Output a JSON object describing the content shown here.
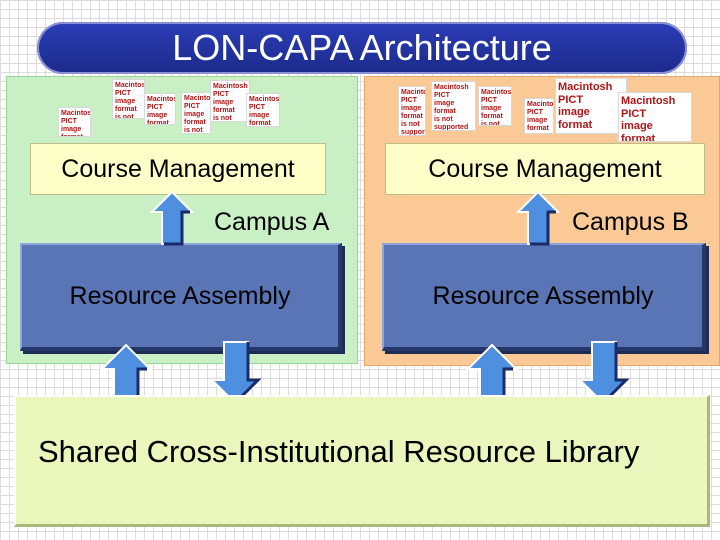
{
  "title": "LON-CAPA Architecture",
  "campus_a": {
    "label": "Campus A",
    "course_management": "Course Management",
    "resource_assembly": "Resource Assembly"
  },
  "campus_b": {
    "label": "Campus B",
    "course_management": "Course Management",
    "resource_assembly": "Resource Assembly"
  },
  "library": {
    "label": "Shared Cross-Institutional Resource Library"
  },
  "placeholder_images": {
    "short": "Macintosh PICT\nimage format\nis not supported",
    "long": "Macintosh PICT\nimage format\nis not supported"
  },
  "colors": {
    "title_bar": "#2c3db8",
    "campus_a_bg": "#c9f0c4",
    "campus_b_bg": "#fbc995",
    "course_management_bg": "#fefec8",
    "resource_assembly_bg": "#5a75b5",
    "library_bg": "#e9f7bd",
    "arrow": "#4f8fe0"
  }
}
